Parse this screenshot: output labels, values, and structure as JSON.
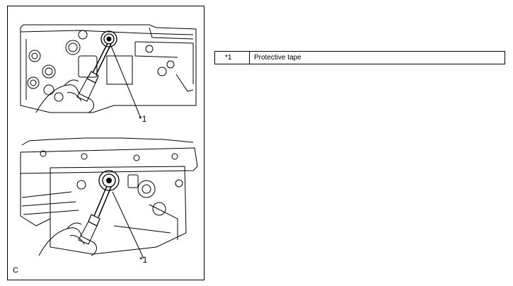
{
  "figure": {
    "code": "C",
    "callout_top": "*1",
    "callout_bottom": "*1"
  },
  "legend": {
    "rows": [
      {
        "code": "*1",
        "description": "Protective tape"
      }
    ]
  },
  "icons": [
    "upper-transmission-illustration",
    "lower-transmission-illustration"
  ]
}
